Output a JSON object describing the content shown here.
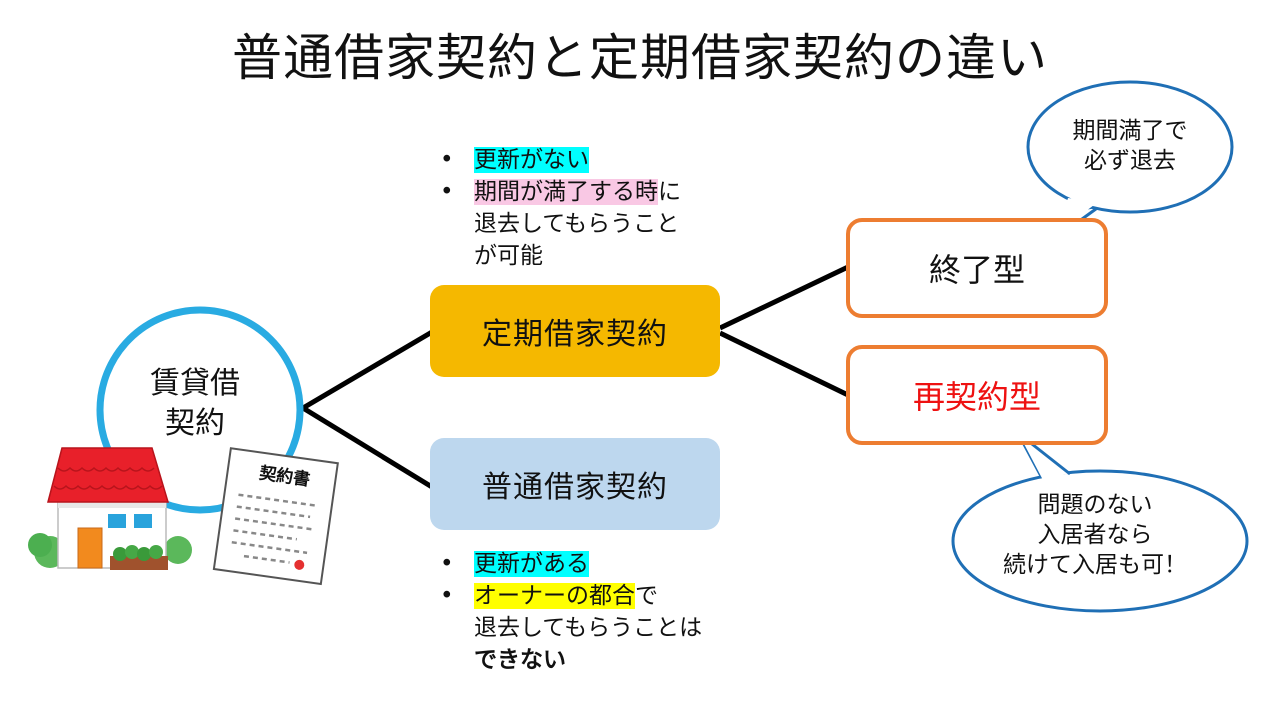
{
  "title": "普通借家契約と定期借家契約の違い",
  "root": {
    "line1": "賃貸借",
    "line2": "契約"
  },
  "branches": {
    "teiki": {
      "label": "定期借家契約",
      "color": "#f5b800"
    },
    "futsu": {
      "label": "普通借家契約",
      "color": "#bdd7ee"
    }
  },
  "types": {
    "end": {
      "label": "終了型",
      "color": "#111111",
      "border": "#ed7d31"
    },
    "re": {
      "label": "再契約型",
      "color": "#ee1111",
      "border": "#ed7d31"
    }
  },
  "teiki_points": {
    "p1": "更新がない",
    "p2_hl": "期間が満了する時",
    "p2_rest": "に",
    "p2_line2": "退去してもらうこと",
    "p2_line3": "が可能"
  },
  "futsu_points": {
    "p1": "更新がある",
    "p2_hl": "オーナーの都合",
    "p2_rest": "で",
    "p2_line2": "退去してもらうことは",
    "p2_line3": "できない"
  },
  "bubble_top": {
    "line1": "期間満了で",
    "line2": "必ず退去"
  },
  "bubble_bottom": {
    "line1": "問題のない",
    "line2": "入居者なら",
    "line3": "続けて入居も可！"
  },
  "document": {
    "title": "契約書"
  },
  "colors": {
    "circle_border": "#29abe2",
    "bubble_border": "#1f6fb5",
    "connector": "#000000",
    "highlight_cyan": "#00ffff",
    "highlight_pink": "#f9c8e4",
    "highlight_yellow": "#ffff00"
  }
}
